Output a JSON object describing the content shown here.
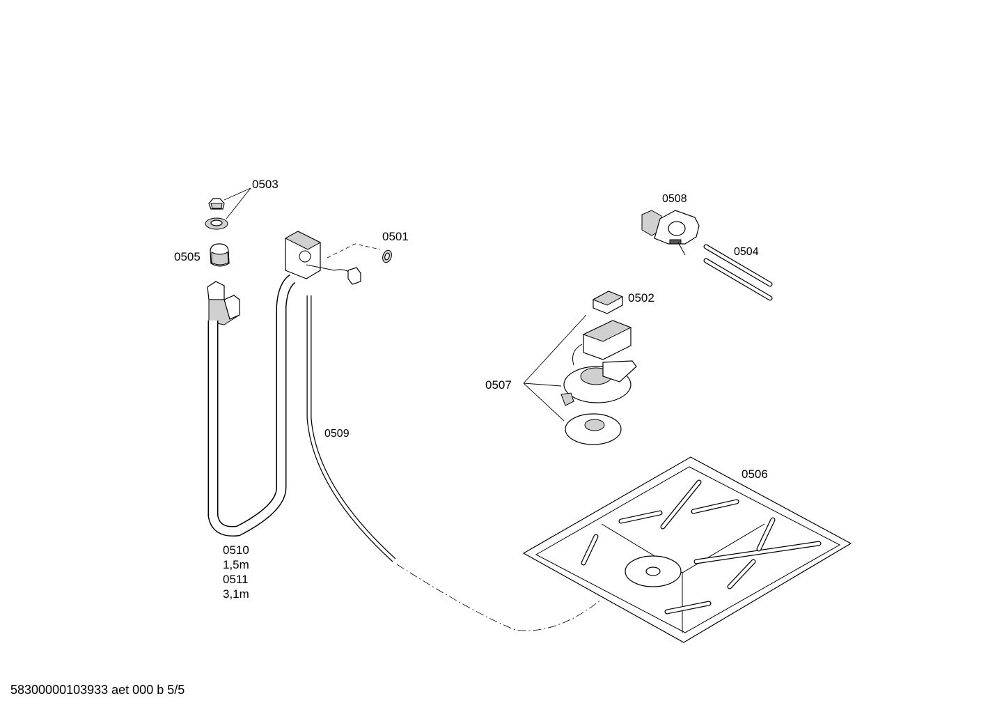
{
  "labels": {
    "p0503": "0503",
    "p0505": "0505",
    "p0501": "0501",
    "p0508": "0508",
    "p0504": "0504",
    "p0502": "0502",
    "p0507": "0507",
    "p0509": "0509",
    "p0506": "0506",
    "p0510": "0510",
    "len_1": "1,5m",
    "p0511": "0511",
    "len_2": "3,1m"
  },
  "footer": "58300000103933 aet 000 b 5/5"
}
